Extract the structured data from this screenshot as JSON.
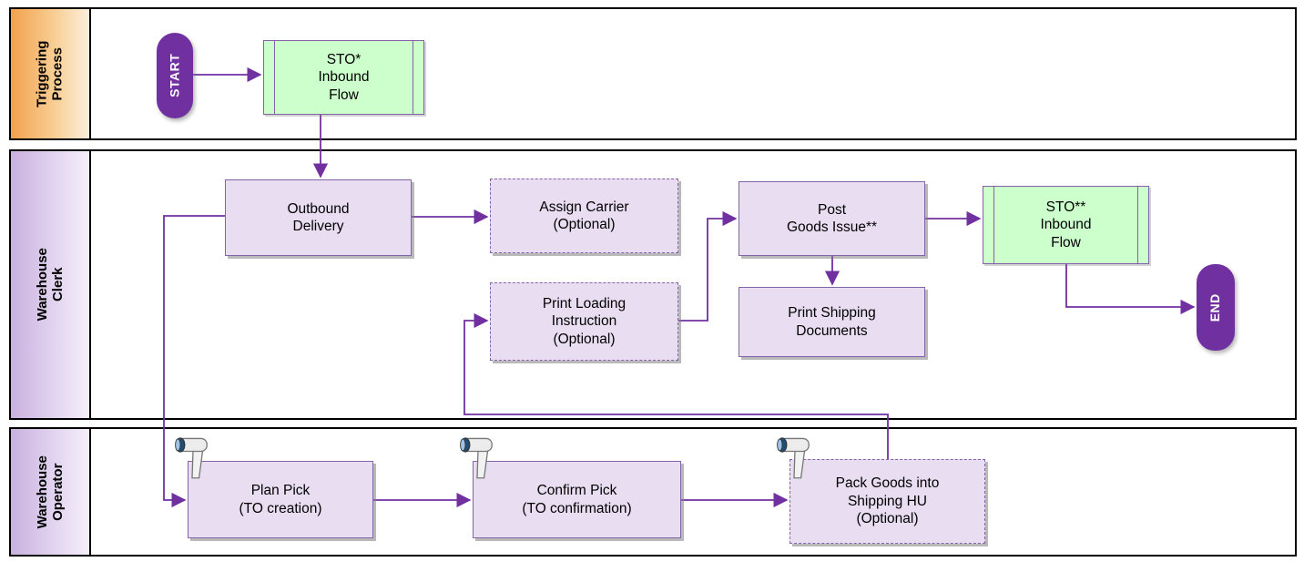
{
  "colors": {
    "accent_purple": "#7030A0",
    "task_fill": "#E8DDF1",
    "task_border": "#8464A8",
    "subprocess_fill": "#CCFFCC",
    "lane_label_orange": "#F2A14D",
    "lane_label_purple": "#C9B1DE",
    "lane_border": "#000000",
    "shadow_gray": "#808080"
  },
  "lanes": [
    {
      "label": "Triggering\nProcess"
    },
    {
      "label": "Warehouse\nClerk"
    },
    {
      "label": "Warehouse\nOperator"
    }
  ],
  "nodes": {
    "start": "START",
    "sto_inbound_1": "STO*\nInbound\nFlow",
    "outbound_delivery": "Outbound\nDelivery",
    "assign_carrier": "Assign Carrier\n(Optional)",
    "print_loading_instruction": "Print Loading\nInstruction\n(Optional)",
    "post_goods_issue": "Post\nGoods Issue**",
    "print_shipping_documents": "Print Shipping\nDocuments",
    "sto_inbound_2": "STO**\nInbound\nFlow",
    "end": "END",
    "plan_pick": "Plan Pick\n(TO creation)",
    "confirm_pick": "Confirm Pick\n(TO confirmation)",
    "pack_goods": "Pack Goods into\nShipping HU\n(Optional)"
  },
  "icons": {
    "scanner": "barcode-scanner-icon"
  }
}
